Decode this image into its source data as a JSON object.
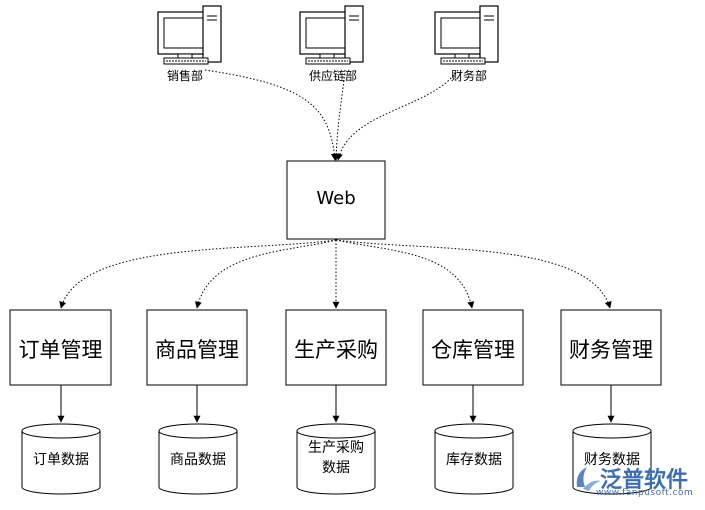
{
  "clients": [
    {
      "label": "销售部",
      "icon": "computer-icon"
    },
    {
      "label": "供应链部",
      "icon": "computer-icon"
    },
    {
      "label": "财务部",
      "icon": "computer-icon"
    }
  ],
  "web": {
    "label": "Web"
  },
  "modules": [
    {
      "label": "订单管理"
    },
    {
      "label": "商品管理"
    },
    {
      "label": "生产采购"
    },
    {
      "label": "仓库管理"
    },
    {
      "label": "财务管理"
    }
  ],
  "databases": [
    {
      "lines": [
        "订单数据"
      ]
    },
    {
      "lines": [
        "商品数据"
      ]
    },
    {
      "lines": [
        "生产采购",
        "数据"
      ]
    },
    {
      "lines": [
        "库存数据"
      ]
    },
    {
      "lines": [
        "财务数据"
      ]
    }
  ],
  "watermark": {
    "text": "泛普软件",
    "url": "www.fanpusoft.com",
    "icon": "fanpu-logo-icon"
  },
  "colors": {
    "line": "#000000",
    "box_fill": "#ffffff",
    "watermark": "#3d6fb0"
  }
}
